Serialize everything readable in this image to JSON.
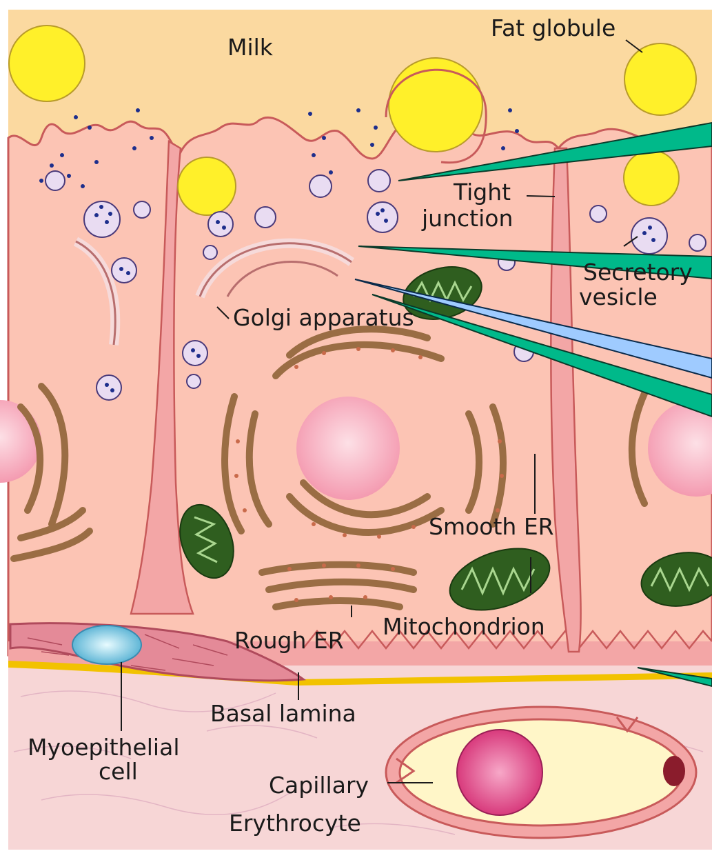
{
  "labels": {
    "milk": "Milk",
    "fat_globule": "Fat globule",
    "tight": "Tight",
    "junction": "junction",
    "secretory": "Secretory",
    "vesicle": "vesicle",
    "golgi": "Golgi apparatus",
    "smooth_er": "Smooth ER",
    "mitochondrion": "Mitochondrion",
    "rough_er": "Rough ER",
    "basal_lamina": "Basal lamina",
    "myoepithelial": "Myoepithelial",
    "cell": "cell",
    "capillary": "Capillary",
    "erythrocyte": "Erythrocyte"
  },
  "colors": {
    "milk": "#fbd9a0",
    "cytoplasm": "#fcc4b4",
    "membrane": "#c85a5a",
    "fat": "#fff02a",
    "mitochondrion": "#2f5e1f",
    "er": "#b58a5c",
    "nucleus": "#f6a8b8",
    "connective": "#f7d4d4",
    "basal_lamina": "#f2c200",
    "myoepithelial": "#e48a98",
    "erythrocyte": "#e0508c",
    "pointer_green": "#00b98a",
    "pointer_blue": "#9fcbff"
  }
}
